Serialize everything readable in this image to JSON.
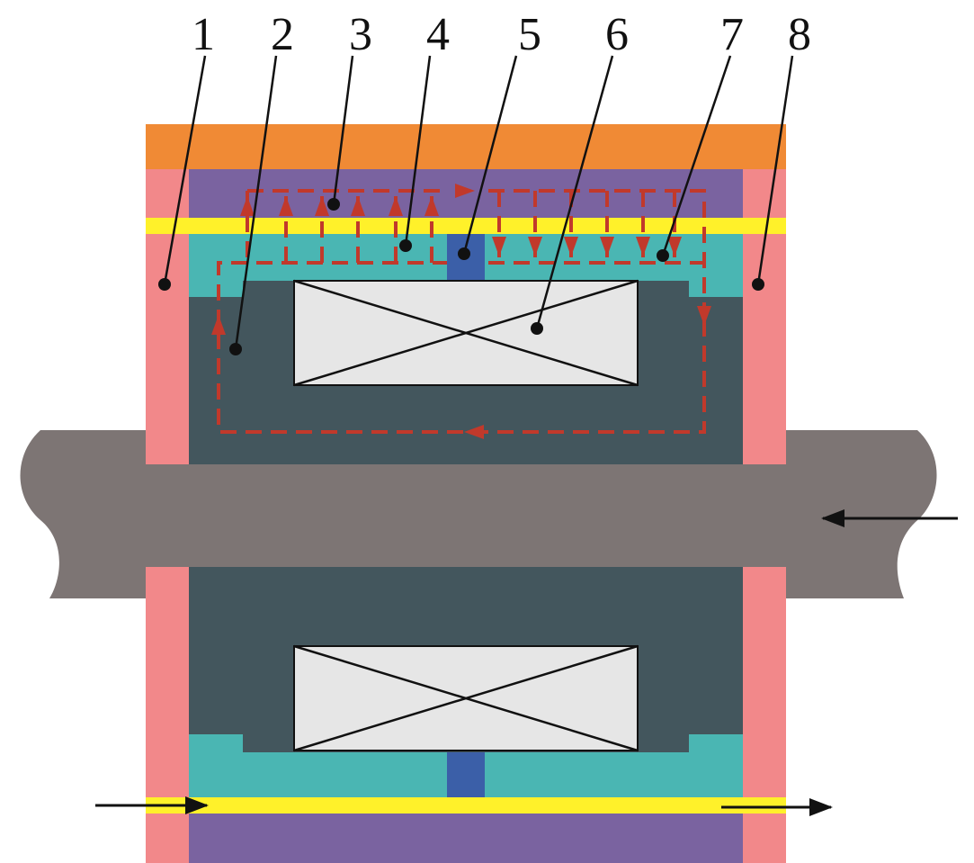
{
  "colors": {
    "background": "#ffffff",
    "outer_band": "#f08a35",
    "end_cap": "#f2888a",
    "purple_layer": "#7a63a0",
    "yellow_gap": "#fff12a",
    "teal_layer": "#4ab6b3",
    "core": "#43565d",
    "coil": "#e6e6e6",
    "spacer": "#3b5fa8",
    "shaft": "#7d7574",
    "flux_path": "#c1392b",
    "line": "#111111"
  },
  "callouts": [
    "1",
    "2",
    "3",
    "4",
    "5",
    "6",
    "7",
    "8"
  ]
}
